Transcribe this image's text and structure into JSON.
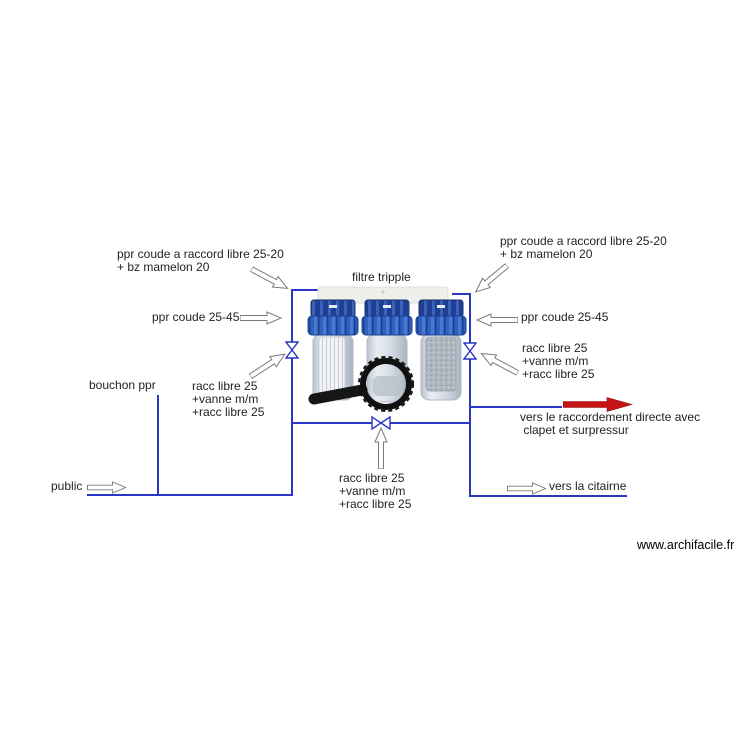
{
  "page": {
    "watermark": "www.archifacile.fr"
  },
  "colors": {
    "pipe_blue": "#2a36c4",
    "valve_blue": "#2a36c4",
    "flow_arrow_red": "#c41414",
    "callout_arrow_fill": "#ffffff",
    "callout_arrow_stroke": "#7a7a7a",
    "label_text": "#1f1f1f",
    "filter_cap_dark": "#1e3f94",
    "filter_ring_blue": "#2f62c0",
    "filter_bracket_white": "#efefec",
    "filter_housing_gray": "#ccd4de"
  },
  "diagram": {
    "title": "filtre tripple",
    "labels": {
      "top_left_fitting": "ppr coude a raccord libre 25-20\n+ bz mamelon 20",
      "left_elbow": "ppr coude 25-45",
      "left_cap": "bouchon ppr",
      "left_valve_group": "racc libre 25\n+vanne m/m\n+racc libre 25",
      "supply": "public",
      "bottom_valve_group": "racc libre 25\n+vanne m/m\n+racc libre 25",
      "top_right_fitting": "ppr coude a raccord libre 25-20\n+ bz mamelon 20",
      "right_elbow": "ppr coude 25-45",
      "right_valve_group": "racc libre 25\n+vanne m/m\n+racc libre 25",
      "outlet_direct": "vers le raccordement directe avec\n clapet et surpressur",
      "outlet_cistern": "vers la citairne"
    },
    "icons": {
      "valve": "gate-valve-symbol",
      "magnifier": "magnifier-icon",
      "callout": "hollow-arrow-icon",
      "flow": "red-flow-arrow-icon"
    }
  }
}
